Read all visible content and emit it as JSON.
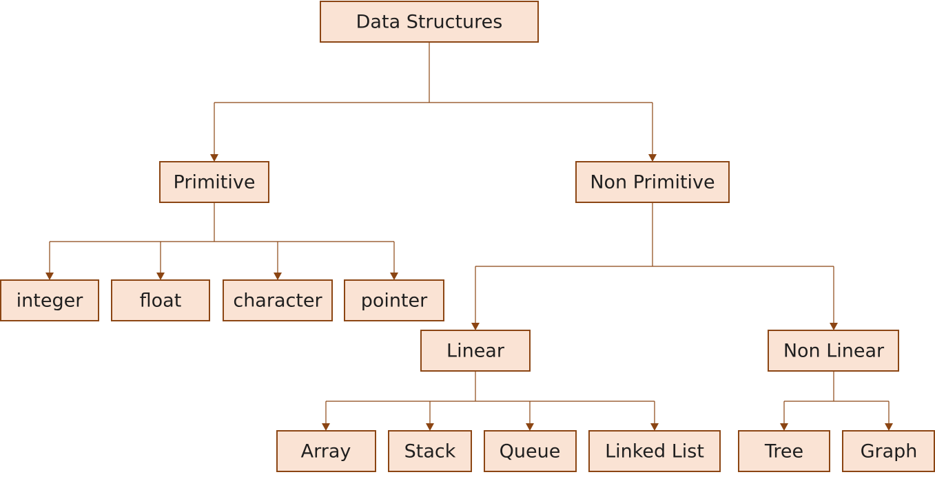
{
  "diagram": {
    "nodes": {
      "root": "Data Structures",
      "primitive": "Primitive",
      "non_primitive": "Non Primitive",
      "integer": "integer",
      "float": "float",
      "character": "character",
      "pointer": "pointer",
      "linear": "Linear",
      "non_linear": "Non Linear",
      "array": "Array",
      "stack": "Stack",
      "queue": "Queue",
      "linked_list": "Linked List",
      "tree": "Tree",
      "graph": "Graph"
    },
    "edges": [
      [
        "root",
        "primitive"
      ],
      [
        "root",
        "non_primitive"
      ],
      [
        "primitive",
        "integer"
      ],
      [
        "primitive",
        "float"
      ],
      [
        "primitive",
        "character"
      ],
      [
        "primitive",
        "pointer"
      ],
      [
        "non_primitive",
        "linear"
      ],
      [
        "non_primitive",
        "non_linear"
      ],
      [
        "linear",
        "array"
      ],
      [
        "linear",
        "stack"
      ],
      [
        "linear",
        "queue"
      ],
      [
        "linear",
        "linked_list"
      ],
      [
        "non_linear",
        "tree"
      ],
      [
        "non_linear",
        "graph"
      ]
    ],
    "colors": {
      "box_fill": "#fae3d4",
      "box_border": "#8b4513",
      "connector": "#8b4513",
      "text": "#1f1f1f"
    }
  }
}
